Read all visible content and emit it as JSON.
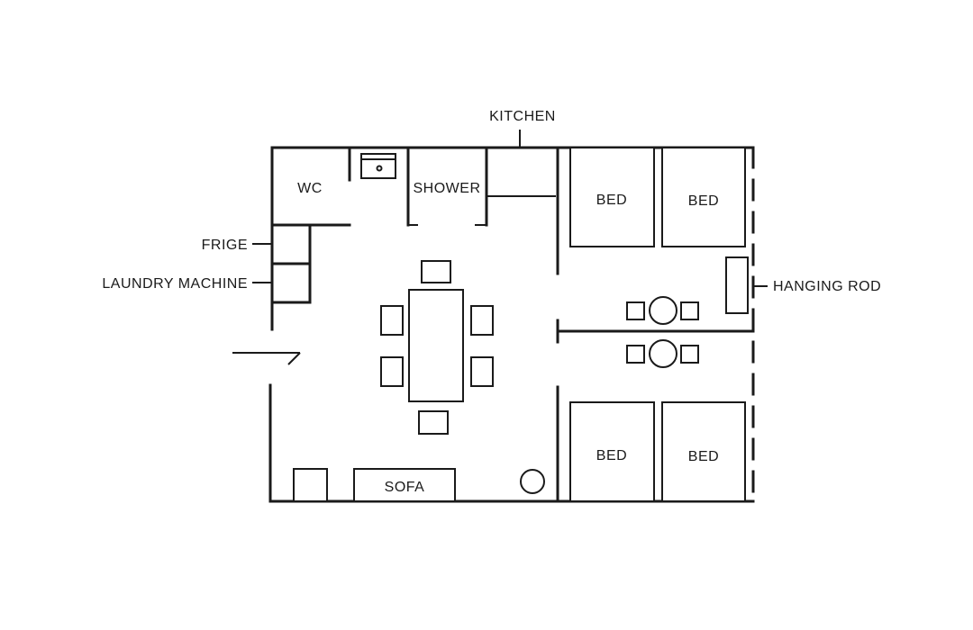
{
  "labels": {
    "kitchen": "KITCHEN",
    "wc": "WC",
    "shower": "SHOWER",
    "frige": "FRIGE",
    "laundry": "LAUNDRY MACHINE",
    "hanging_rod": "HANGING ROD",
    "bed_top_left": "BED",
    "bed_top_right": "BED",
    "bed_bottom_left": "BED",
    "bed_bottom_right": "BED",
    "sofa": "SOFA"
  },
  "colors": {
    "line": "#1a1a1a",
    "background": "#ffffff"
  }
}
